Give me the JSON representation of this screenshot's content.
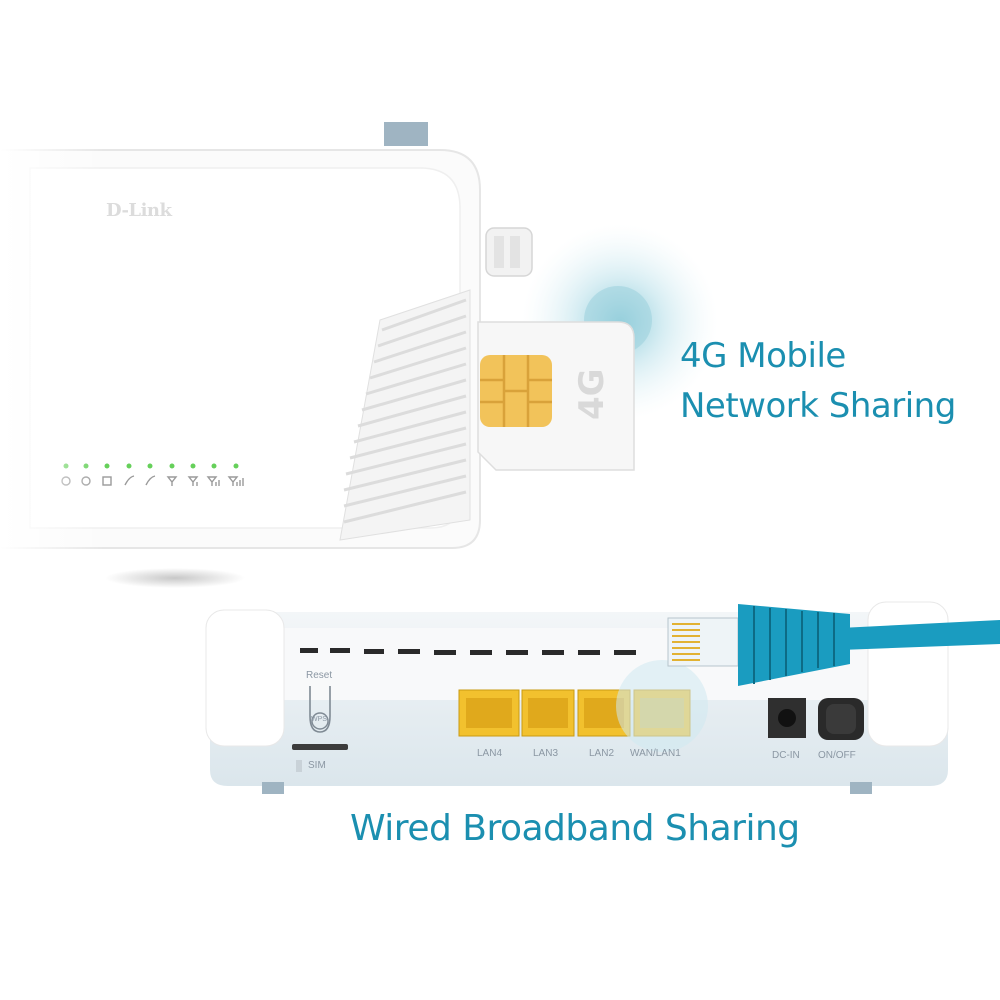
{
  "captions": {
    "mobile_line1": "4G Mobile",
    "mobile_line2": "Network Sharing",
    "wired": "Wired Broadband Sharing"
  },
  "router_front": {
    "brand": "D-Link",
    "sim_label": "4G"
  },
  "router_back": {
    "reset_label": "Reset",
    "wps_label": "WPS",
    "sim_slot_label": "SIM",
    "ports": [
      "LAN4",
      "LAN3",
      "LAN2",
      "WAN/LAN1"
    ],
    "dc_in_label": "DC-IN",
    "power_label": "ON/OFF"
  },
  "colors": {
    "caption": "#1b8fb0",
    "cable": "#1a9cc0",
    "port": "#f2c12e",
    "led": "#66d05a"
  }
}
